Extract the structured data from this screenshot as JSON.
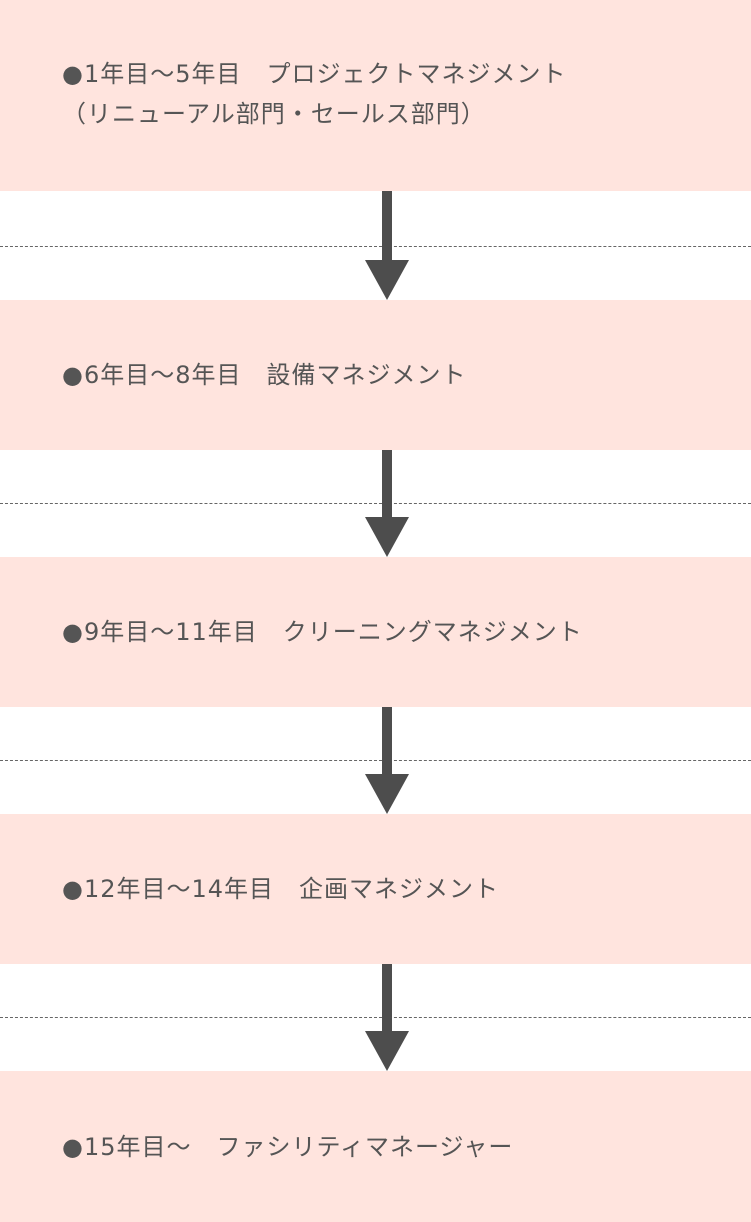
{
  "stages": [
    {
      "lines": [
        "●1年目～5年目　プロジェクトマネジメント",
        "（リニューアル部門・セールス部門）"
      ]
    },
    {
      "lines": [
        "●6年目～8年目　設備マネジメント"
      ]
    },
    {
      "lines": [
        "●9年目～11年目　クリーニングマネジメント"
      ]
    },
    {
      "lines": [
        "●12年目～14年目　企画マネジメント"
      ]
    },
    {
      "lines": [
        "●15年目～　ファシリティマネージャー"
      ]
    }
  ],
  "colors": {
    "stage_background": "#ffe4de",
    "text": "#555555",
    "arrow": "#4d4d4d",
    "divider": "#666666"
  },
  "icons": {
    "connector": "arrow-down-icon"
  }
}
